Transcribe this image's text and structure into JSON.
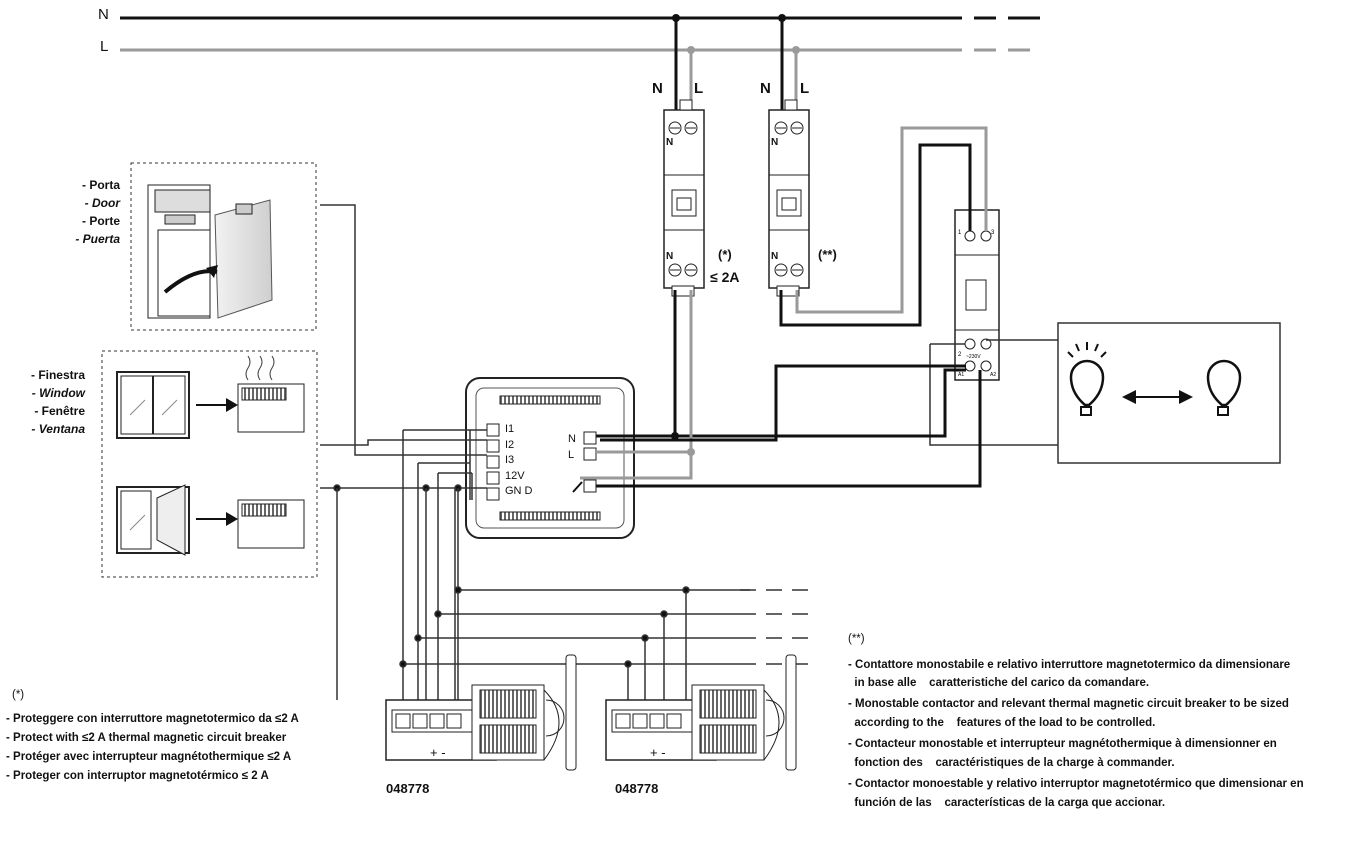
{
  "bus": {
    "neutral": "N",
    "line": "L"
  },
  "breaker1": {
    "n_label": "N",
    "l_label": "L",
    "note": "(*)",
    "rating": "≤ 2A",
    "inner_n": "N"
  },
  "breaker2": {
    "n_label": "N",
    "l_label": "L",
    "note": "(**)",
    "inner_n": "N"
  },
  "contactor": {
    "top_left": "1",
    "top_right": "3",
    "bottom_left": "2",
    "voltage": "~230V",
    "a1": "A1",
    "a2": "A2"
  },
  "door_labels": [
    "- Porta",
    "- Door",
    "- Porte",
    "- Puerta"
  ],
  "window_labels": [
    "- Finestra",
    "- Window",
    "- Fenêtre",
    "- Ventana"
  ],
  "module": {
    "inputs": [
      "I1",
      "I2",
      "I3",
      "12V",
      "GN D"
    ],
    "n_label": "N",
    "l_label": "L"
  },
  "devices": [
    {
      "code": "048778",
      "terminals": "+  -"
    },
    {
      "code": "048778",
      "terminals": "+  -"
    }
  ],
  "note_left": {
    "marker": "(*)",
    "lines": [
      "- Proteggere con interruttore magnetotermico da ≤2 A",
      "- Protect with ≤2 A thermal magnetic circuit breaker",
      "- Protéger avec interrupteur magnétothermique ≤2 A",
      "- Proteger con interruptor magnetotérmico ≤ 2 A"
    ]
  },
  "note_right": {
    "marker": "(**)",
    "lines": [
      "- Contattore monostabile e relativo interruttore magnetotermico da dimensionare",
      "  in base alle    caratteristiche del carico da comandare.",
      "- Monostable contactor and relevant thermal magnetic circuit breaker to be sized",
      "  according to the    features of the load to be controlled.",
      "- Contacteur monostable et interrupteur magnétothermique à dimensionner en",
      "  fonction des    caractéristiques de la charge à commander.",
      "- Contactor monoestable y relativo interruptor magnetotérmico que dimensionar en",
      "  función de las    características de la carga que accionar."
    ]
  },
  "colors": {
    "neutral_wire": "#111111",
    "line_wire": "#9a9a9a",
    "thin_wire": "#333333"
  }
}
